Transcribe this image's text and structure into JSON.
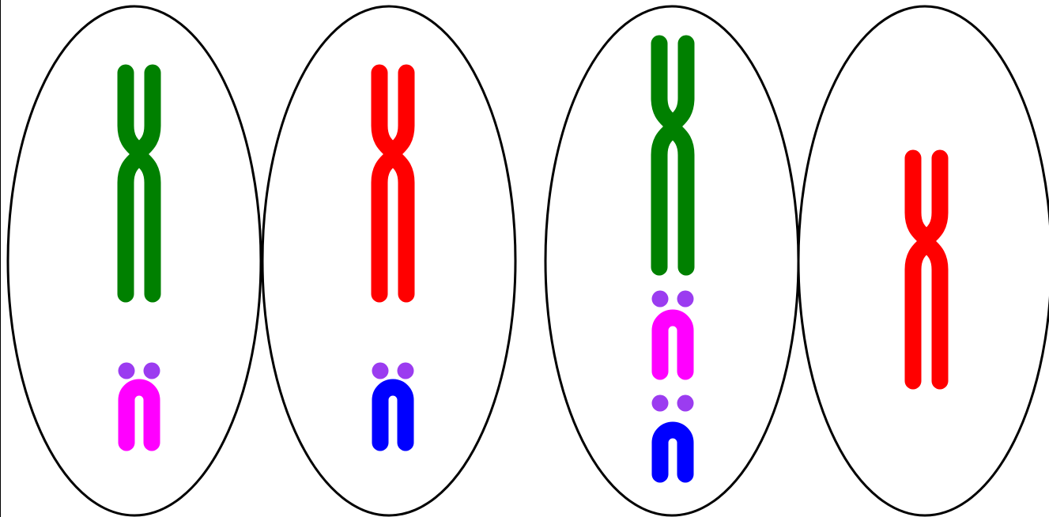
{
  "diagram": {
    "colors": {
      "outline": "#000000",
      "green": "#008000",
      "red": "#ff0000",
      "magenta": "#ff00ff",
      "blue": "#0000ff",
      "purple_dots": "#9b3cf0"
    },
    "cells": [
      {
        "name": "cell-1",
        "chromosomes": [
          {
            "kind": "large-x",
            "color": "green"
          },
          {
            "kind": "small-u",
            "color": "magenta",
            "dots": true
          }
        ]
      },
      {
        "name": "cell-2",
        "chromosomes": [
          {
            "kind": "large-x",
            "color": "red"
          },
          {
            "kind": "small-u",
            "color": "blue",
            "dots": true
          }
        ]
      },
      {
        "name": "cell-3",
        "chromosomes": [
          {
            "kind": "large-x",
            "color": "green"
          },
          {
            "kind": "small-u",
            "color": "magenta",
            "dots": true
          },
          {
            "kind": "small-u",
            "color": "blue",
            "dots": true
          }
        ]
      },
      {
        "name": "cell-4",
        "chromosomes": [
          {
            "kind": "large-x",
            "color": "red"
          }
        ]
      }
    ]
  }
}
